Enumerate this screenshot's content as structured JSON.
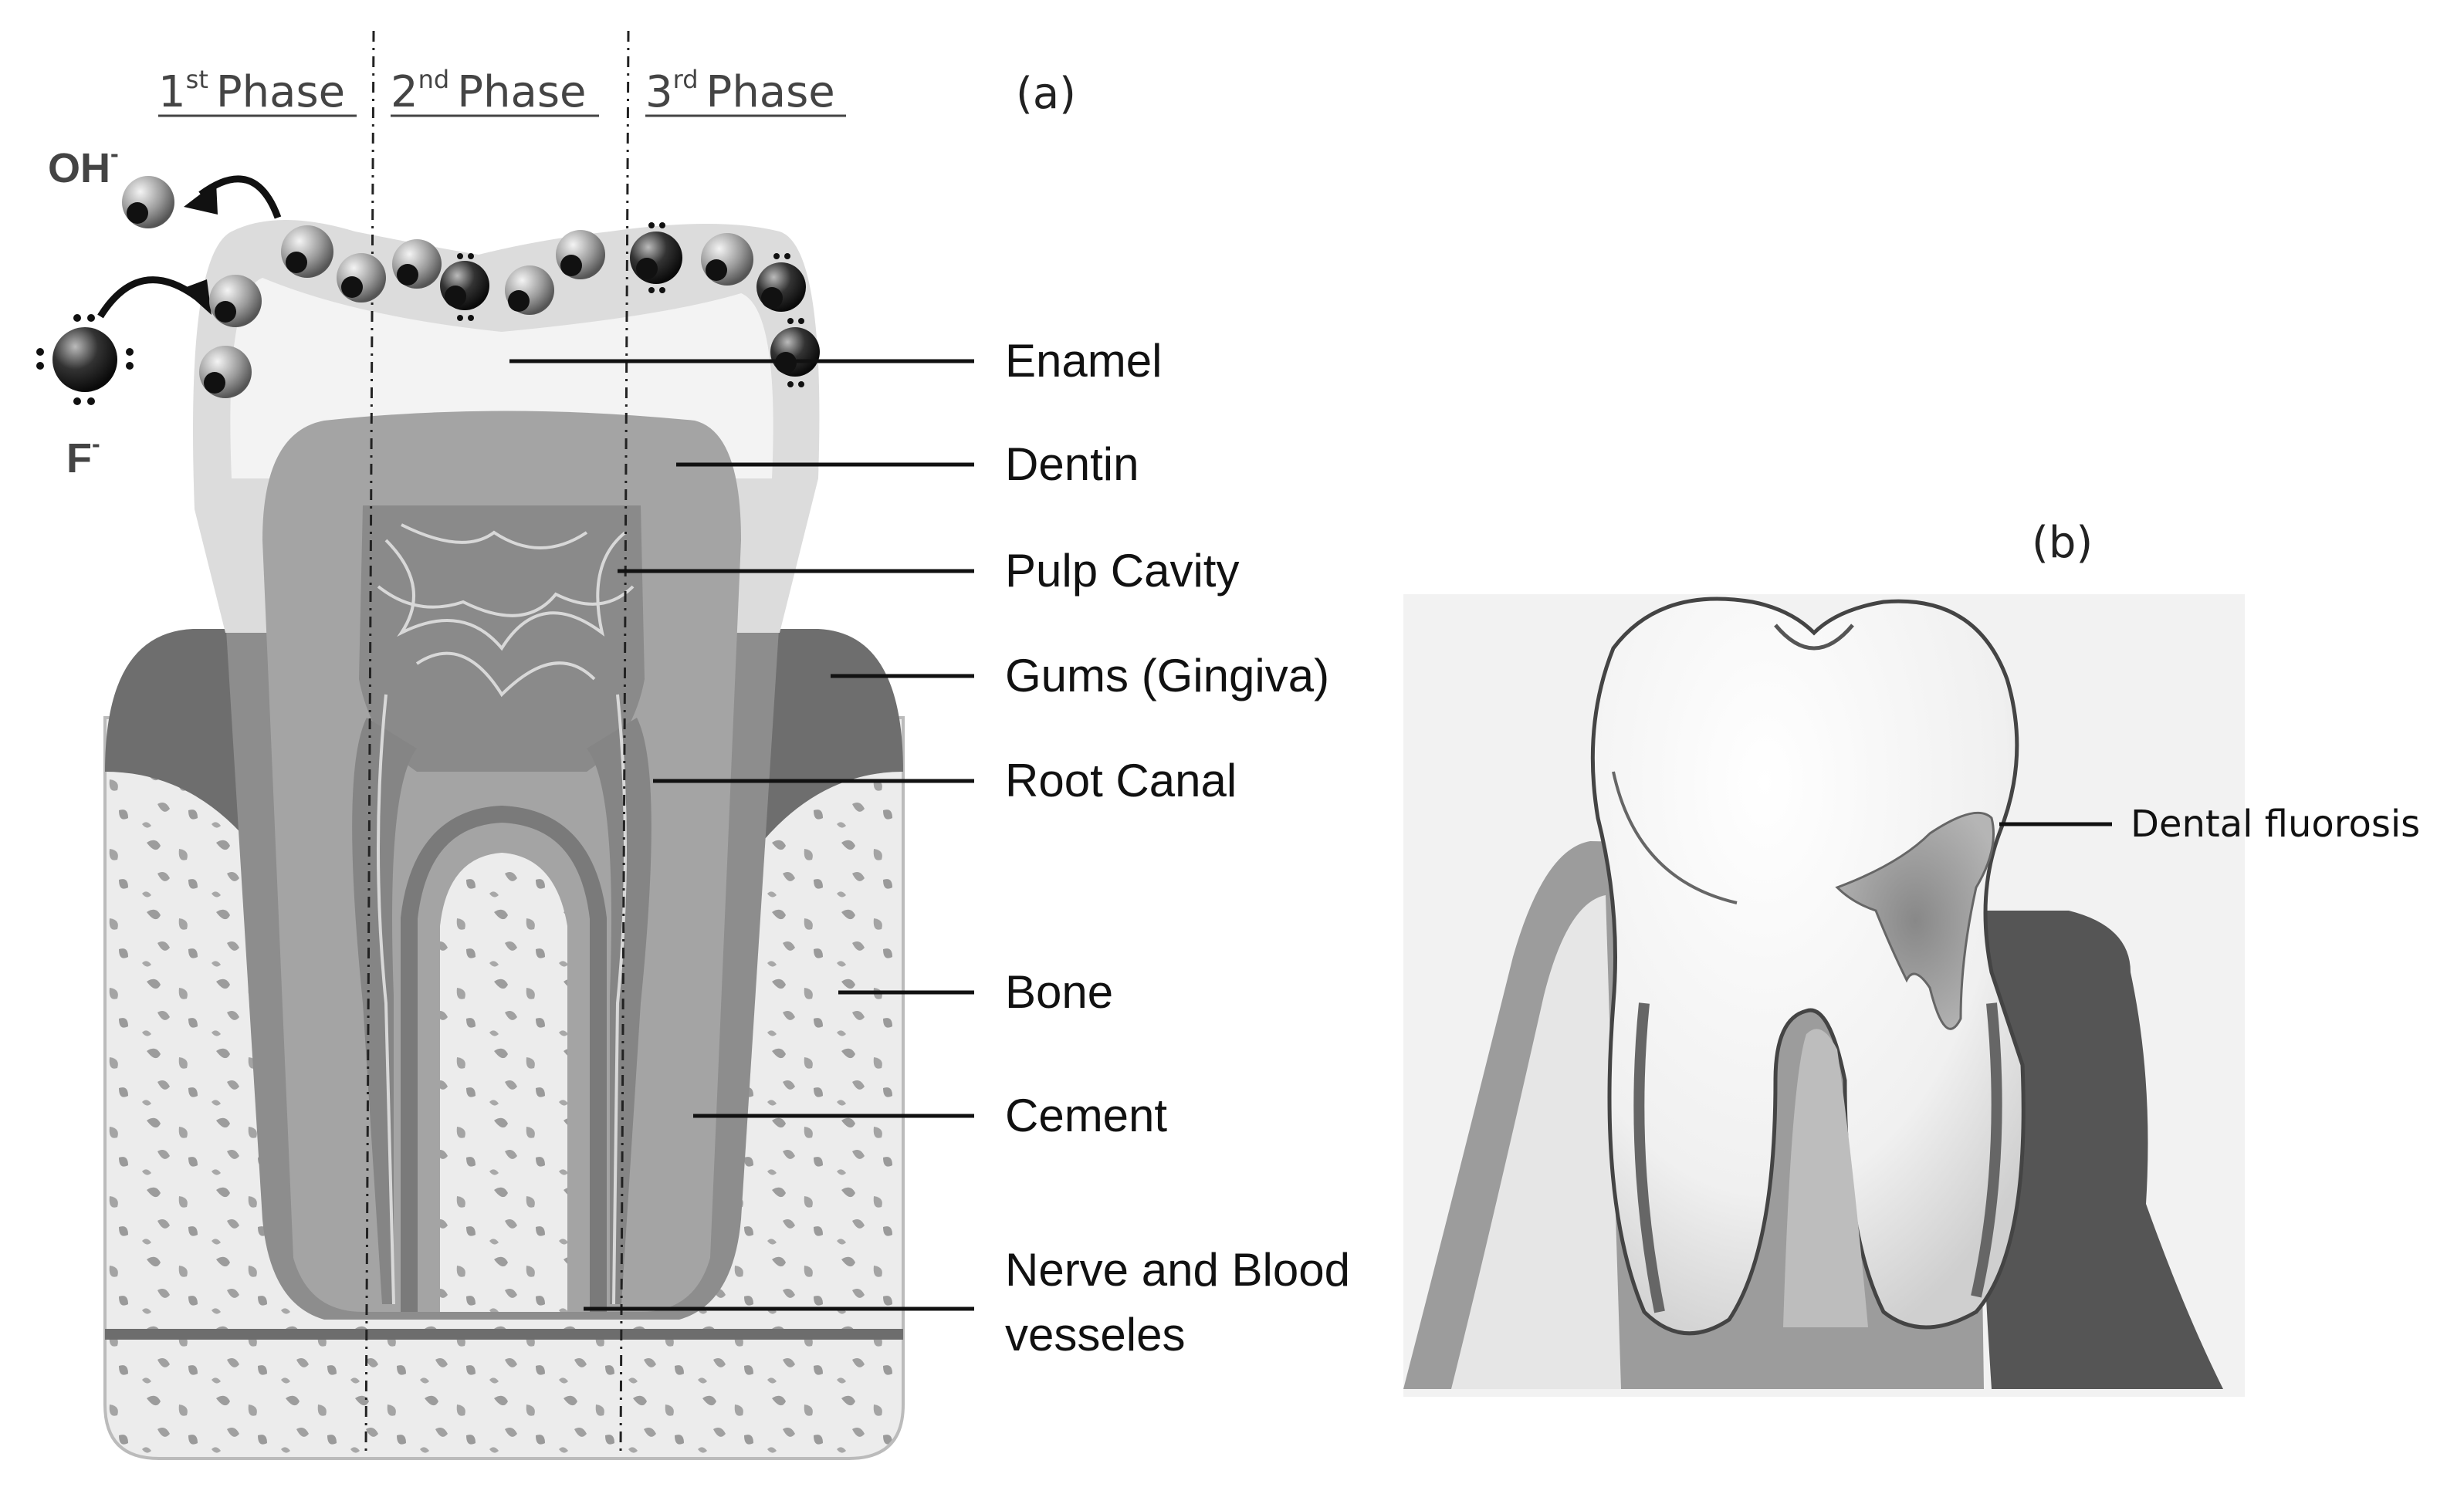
{
  "panel_a": {
    "tag": "(a)",
    "phases": [
      {
        "num": "1",
        "sup": "st",
        "word": "Phase"
      },
      {
        "num": "2",
        "sup": "nd",
        "word": "Phase"
      },
      {
        "num": "3",
        "sup": "rd",
        "word": "Phase"
      }
    ],
    "ions": {
      "hydroxide": "OH",
      "hydroxide_charge": "-",
      "fluoride": "F",
      "fluoride_charge": "-"
    },
    "labels": [
      "Enamel",
      "Dentin",
      "Pulp Cavity",
      "Gums (Gingiva)",
      "Root Canal",
      "Bone",
      "Cement",
      "Nerve and Blood",
      "vesseles"
    ]
  },
  "panel_b": {
    "tag": "(b)",
    "label": "Dental fluorosis"
  }
}
